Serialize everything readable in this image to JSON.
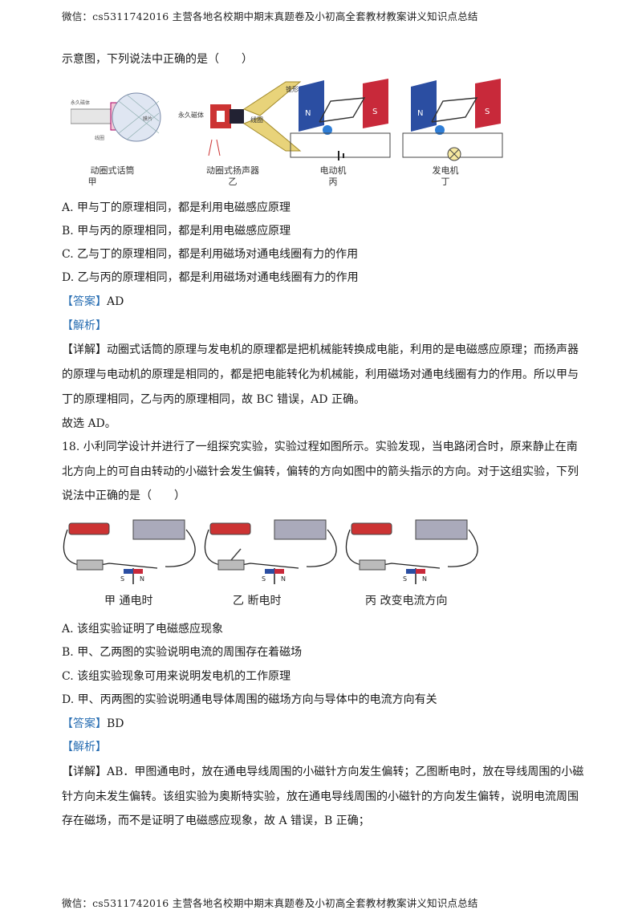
{
  "header": "微信：cs5311742016 主营各地名校期中期末真题卷及小初高全套教材教案讲义知识点总结",
  "footer": "微信：cs5311742016 主营各地名校期中期末真题卷及小初高全套教材教案讲义知识点总结",
  "q17": {
    "stem_tail": "示意图，下列说法中正确的是（　　）",
    "figures": {
      "jia": {
        "title": "动圈式话筒",
        "label": "甲",
        "labels": [
          "永久磁体",
          "线圈",
          "膜片"
        ]
      },
      "yi": {
        "title": "动圈式扬声器",
        "label": "乙",
        "labels": [
          "锥形纸盒",
          "永久磁体",
          "线圈"
        ]
      },
      "bing": {
        "title": "电动机",
        "label": "丙"
      },
      "ding": {
        "title": "发电机",
        "label": "丁"
      }
    },
    "options": [
      "A. 甲与丁的原理相同，都是利用电磁感应原理",
      "B. 甲与丙的原理相同，都是利用电磁感应原理",
      "C. 乙与丁的原理相同，都是利用磁场对通电线圈有力的作用",
      "D. 乙与丙的原理相同，都是利用磁场对通电线圈有力的作用"
    ],
    "answer_tag": "【答案】",
    "answer": "AD",
    "analysis_tag": "【解析】",
    "detail_tag": "【详解】",
    "detail_lines": [
      "动圈式话筒的原理与发电机的原理都是把机械能转换成电能，利用的是电磁感应原理；而扬声器",
      "的原理与电动机的原理是相同的，都是把电能转化为机械能，利用磁场对通电线圈有力的作用。所以甲与",
      "丁的原理相同，乙与丙的原理相同，故 BC 错误，AD 正确。",
      "故选 AD。"
    ]
  },
  "q18": {
    "stem_lines": [
      "18. 小利同学设计并进行了一组探究实验，实验过程如图所示。实验发现，当电路闭合时，原来静止在南",
      "北方向上的可自由转动的小磁针会发生偏转，偏转的方向如图中的箭头指示的方向。对于这组实验，下列",
      "说法中正确的是（　　）"
    ],
    "figure_captions": [
      "甲 通电时",
      "乙 断电时",
      "丙 改变电流方向"
    ],
    "needle_labels": [
      "S",
      "N"
    ],
    "options": [
      "A. 该组实验证明了电磁感应现象",
      "B. 甲、乙两图的实验说明电流的周围存在着磁场",
      "C. 该组实验现象可用来说明发电机的工作原理",
      "D. 甲、丙两图的实验说明通电导体周围的磁场方向与导体中的电流方向有关"
    ],
    "answer_tag": "【答案】",
    "answer": "BD",
    "analysis_tag": "【解析】",
    "detail_tag": "【详解】",
    "detail_lines": [
      "AB．甲图通电时，放在通电导线周围的小磁针方向发生偏转；乙图断电时，放在导线周围的小磁",
      "针方向未发生偏转。该组实验为奥斯特实验，放在通电导线周围的小磁针的方向发生偏转，说明电流周围",
      "存在磁场，而不是证明了电磁感应现象，故 A 错误，B 正确；"
    ]
  }
}
